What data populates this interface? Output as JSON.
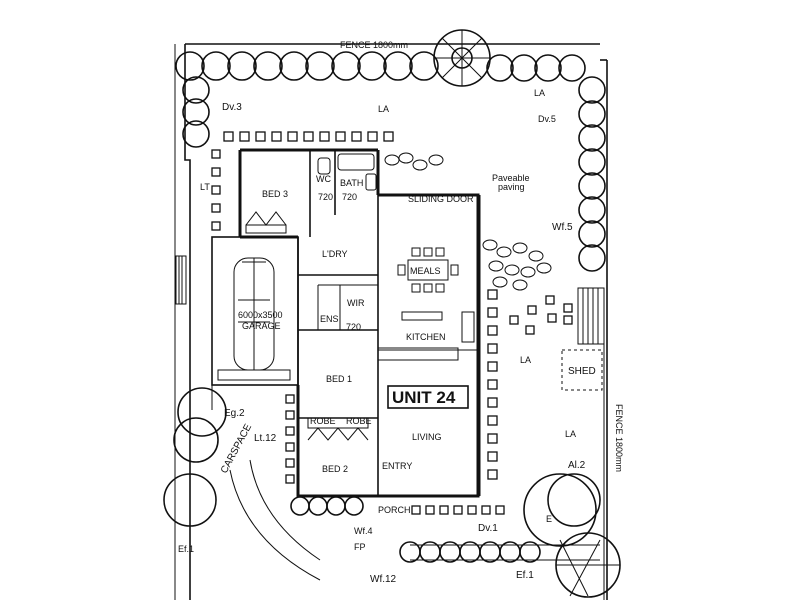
{
  "labels": {
    "fence_top": "FENCE 1800mm",
    "fence_right": "FENCE 1800mm",
    "dv3": "Dv.3",
    "dv5": "Dv.5",
    "dv1": "Dv.1",
    "la": "LA",
    "lt": "LT",
    "bed3": "BED 3",
    "wc": "WC",
    "bath": "BATH",
    "paveable_paving_1": "Paveable",
    "paveable_paving_2": "paving",
    "sliding_door": "SLIDING DOOR",
    "wf5": "Wf.5",
    "ldry": "L'DRY",
    "meals": "MEALS",
    "wir": "WIR",
    "garage_size": "6000x3500",
    "garage": "GARAGE",
    "ens": "ENS",
    "kitchen": "KITCHEN",
    "shed": "SHED",
    "bed1": "BED 1",
    "unit": "UNIT 24",
    "eg2": "Eg.2",
    "carspace": "CARSPACE",
    "lt12": "Lt.12",
    "living": "LIVING",
    "al2": "Al.2",
    "bed2": "BED 2",
    "entry": "ENTRY",
    "robe": "ROBE",
    "porch": "PORCH",
    "wf4": "Wf.4",
    "ef_left": "Ef.1",
    "fp": "FP",
    "e": "E",
    "wf12": "Wf.12",
    "ef1": "Ef.1",
    "dim_720": "720"
  }
}
